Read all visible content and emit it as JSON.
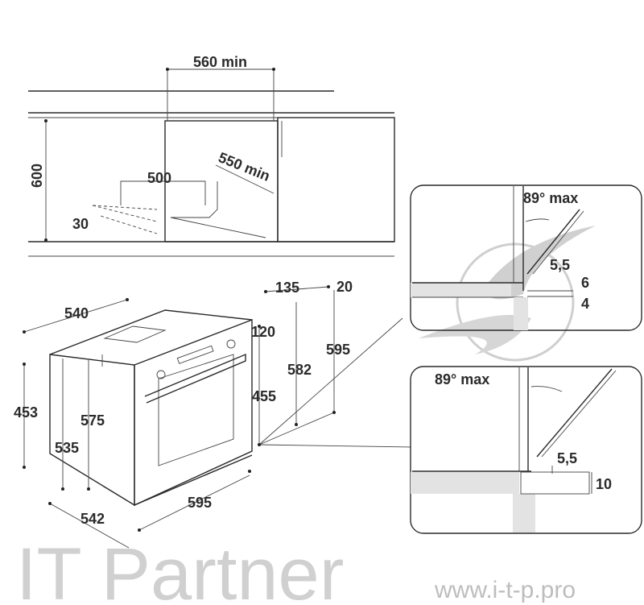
{
  "cabinet_view": {
    "width_min": "560 min",
    "height": "600",
    "depth": "500",
    "depth_min": "550 min",
    "vent": "30"
  },
  "oven_view": {
    "depth_top": "540",
    "panel_depth": "135",
    "panel_offset": "20",
    "panel_height": "120",
    "front_height": "595",
    "inner_height": "582",
    "door_height": "455",
    "side_height": "453",
    "body_height": "575",
    "body_depth": "535",
    "total_depth": "542",
    "front_width": "595"
  },
  "detail_top": {
    "angle": "89° max",
    "gap": "5,5",
    "dim_a": "6",
    "dim_b": "4"
  },
  "detail_bottom": {
    "angle": "89° max",
    "gap": "5,5",
    "dim": "10"
  },
  "watermark": {
    "text": "IT Partner",
    "url": "www.i-t-p.pro"
  }
}
